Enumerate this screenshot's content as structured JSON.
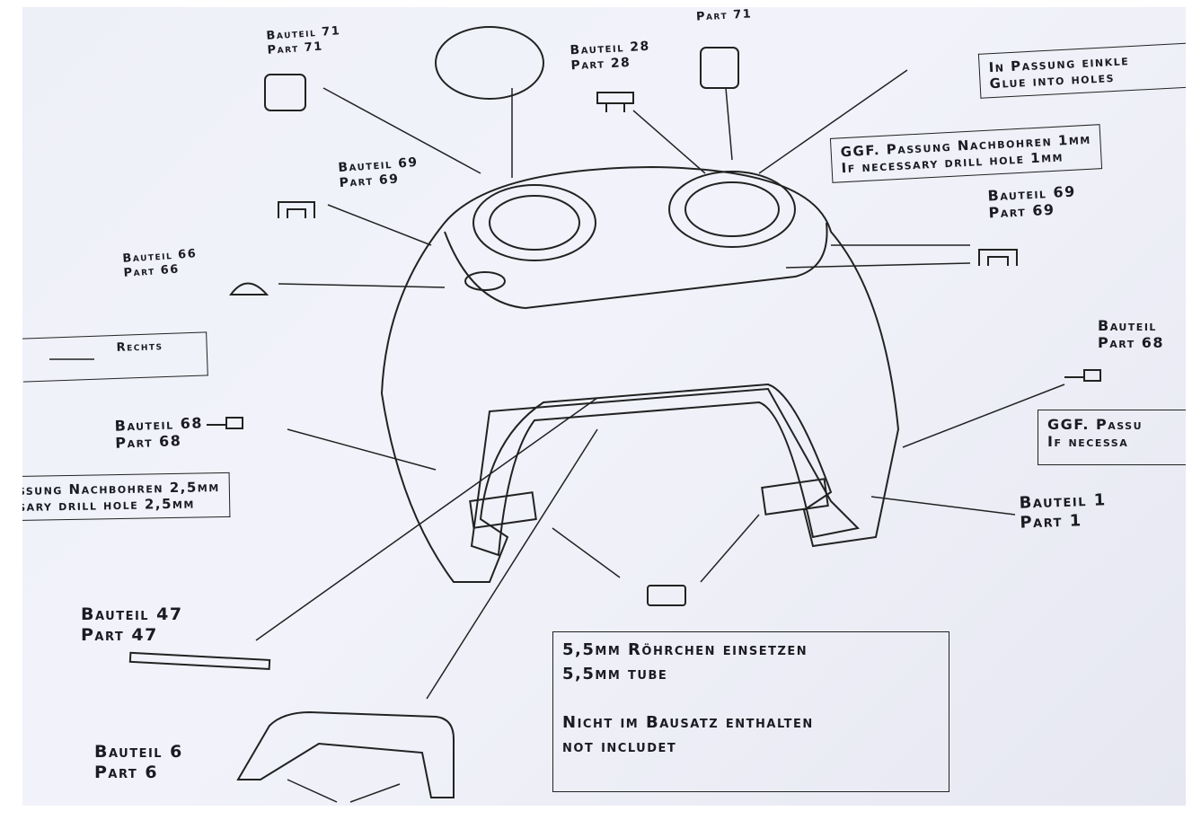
{
  "labels": {
    "part71_left": {
      "de": "Bauteil 71",
      "en": "Part 71"
    },
    "part71_top": {
      "en": "Part 71"
    },
    "part28": {
      "de": "Bauteil 28",
      "en": "Part 28"
    },
    "part69_left": {
      "de": "Bauteil 69",
      "en": "Part 69"
    },
    "part69_right": {
      "de": "Bauteil 69",
      "en": "Part 69"
    },
    "part66": {
      "de": "Bauteil 66",
      "en": "Part 66"
    },
    "part68_left": {
      "de": "Bauteil 68",
      "en": "Part 68"
    },
    "part68_right": {
      "de": "Bauteil",
      "en": "Part 68"
    },
    "part1": {
      "de": "Bauteil 1",
      "en": "Part 1"
    },
    "part47": {
      "de": "Bauteil 47",
      "en": "Part 47"
    },
    "part6": {
      "de": "Bauteil 6",
      "en": "Part 6"
    }
  },
  "notes": {
    "glue": {
      "de": "In Passung einkle",
      "en": "Glue into holes"
    },
    "drill_1mm": {
      "de": "GGF. Passung Nachbohren 1mm",
      "en": "If necessary drill hole 1mm"
    },
    "drill_right": {
      "de": "GGF. Passu",
      "en": "If necessa"
    },
    "drill_25mm": {
      "de": "ssung Nachbohren 2,5mm",
      "en": "sary drill hole 2,5mm"
    },
    "rechts": "Rechts",
    "tube": {
      "line1": "5,5mm Röhrchen einsetzen",
      "line2": "5,5mm tube",
      "line3": "Nicht im Bausatz enthalten",
      "line4": "not includet"
    }
  }
}
